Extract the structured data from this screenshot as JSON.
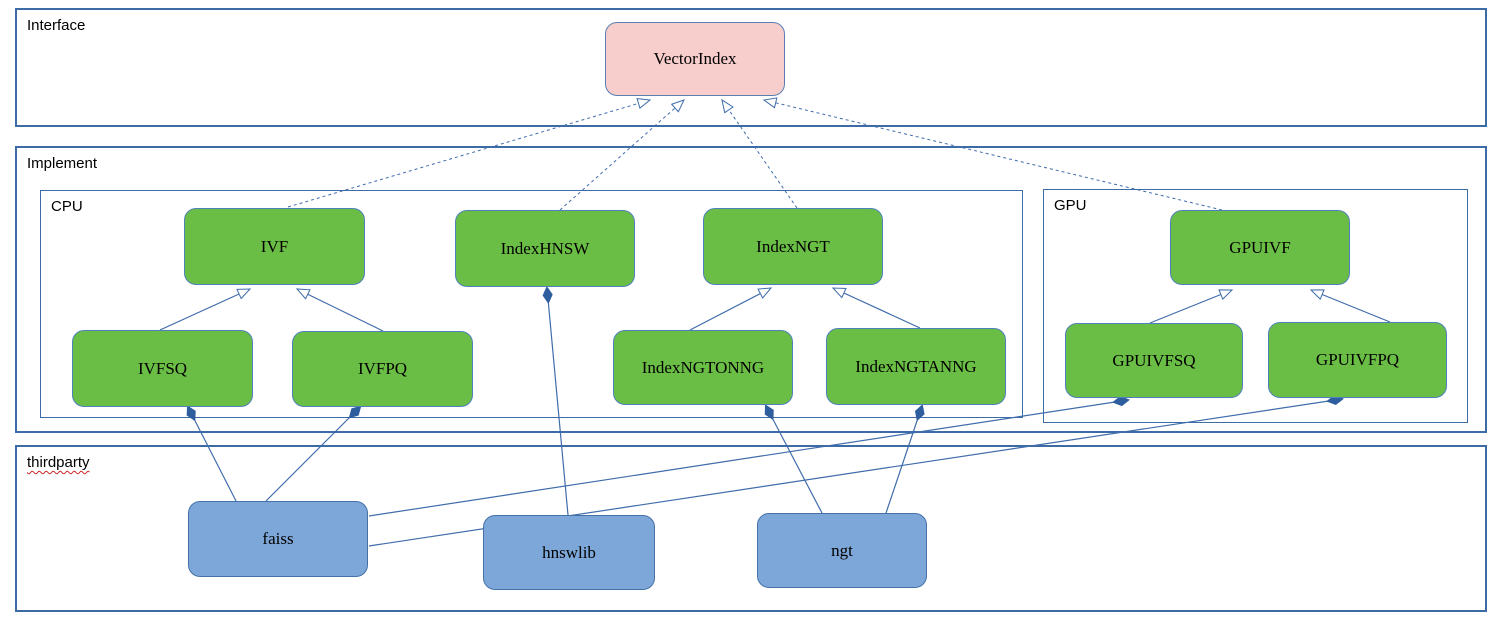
{
  "containers": {
    "interface": {
      "label": "Interface"
    },
    "implement": {
      "label": "Implement"
    },
    "cpu": {
      "label": "CPU"
    },
    "gpu": {
      "label": "GPU"
    },
    "thirdparty": {
      "label": "thirdparty"
    }
  },
  "nodes": {
    "vectorindex": {
      "label": "VectorIndex"
    },
    "ivf": {
      "label": "IVF"
    },
    "indexhnsw": {
      "label": "IndexHNSW"
    },
    "indexngt": {
      "label": "IndexNGT"
    },
    "gpuivf": {
      "label": "GPUIVF"
    },
    "ivfsq": {
      "label": "IVFSQ"
    },
    "ivfpq": {
      "label": "IVFPQ"
    },
    "indexngtonng": {
      "label": "IndexNGTONNG"
    },
    "indexngtanng": {
      "label": "IndexNGTANNG"
    },
    "gpuivfsq": {
      "label": "GPUIVFSQ"
    },
    "gpuivfpq": {
      "label": "GPUIVFPQ"
    },
    "faiss": {
      "label": "faiss"
    },
    "hnswlib": {
      "label": "hnswlib"
    },
    "ngt": {
      "label": "ngt"
    }
  },
  "edges": [
    {
      "from": "ivf",
      "to": "vectorindex",
      "type": "realization"
    },
    {
      "from": "indexhnsw",
      "to": "vectorindex",
      "type": "realization"
    },
    {
      "from": "indexngt",
      "to": "vectorindex",
      "type": "realization"
    },
    {
      "from": "gpuivf",
      "to": "vectorindex",
      "type": "realization"
    },
    {
      "from": "ivfsq",
      "to": "ivf",
      "type": "inheritance"
    },
    {
      "from": "ivfpq",
      "to": "ivf",
      "type": "inheritance"
    },
    {
      "from": "indexngtonng",
      "to": "indexngt",
      "type": "inheritance"
    },
    {
      "from": "indexngtanng",
      "to": "indexngt",
      "type": "inheritance"
    },
    {
      "from": "gpuivfsq",
      "to": "gpuivf",
      "type": "inheritance"
    },
    {
      "from": "gpuivfpq",
      "to": "gpuivf",
      "type": "inheritance"
    },
    {
      "from": "ivfsq",
      "to": "faiss",
      "type": "composition"
    },
    {
      "from": "ivfpq",
      "to": "faiss",
      "type": "composition"
    },
    {
      "from": "gpuivfsq",
      "to": "faiss",
      "type": "composition"
    },
    {
      "from": "gpuivfpq",
      "to": "faiss",
      "type": "composition"
    },
    {
      "from": "indexhnsw",
      "to": "hnswlib",
      "type": "composition"
    },
    {
      "from": "indexngtonng",
      "to": "ngt",
      "type": "composition"
    },
    {
      "from": "indexngtanng",
      "to": "ngt",
      "type": "composition"
    }
  ],
  "colors": {
    "interface_node_fill": "#f8cecc",
    "class_node_fill": "#6bbe45",
    "library_node_fill": "#7da7d8",
    "container_border": "#3d6ba6",
    "connector": "#3f6cab",
    "diamond_fill": "#2e5e9e",
    "spellcheck_underline": "#cf2323"
  }
}
